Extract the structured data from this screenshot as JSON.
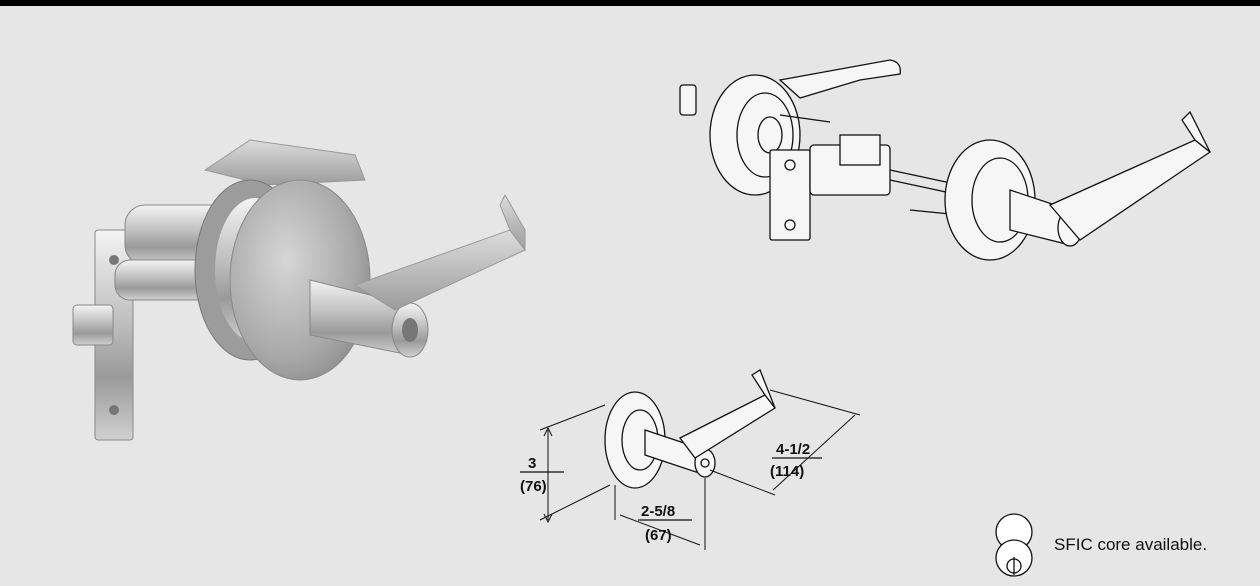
{
  "dimensions": {
    "height": {
      "fraction": "3",
      "metric": "(76)"
    },
    "backset": {
      "fraction": "2-5/8",
      "metric": "(67)"
    },
    "lever_length": {
      "fraction": "4-1/2",
      "metric": "(114)"
    }
  },
  "note": {
    "text": "SFIC core available.",
    "icon": "sfic-core-icon"
  },
  "colors": {
    "background": "#e6e6e6",
    "top_bar": "#000000",
    "line_art": "#111111"
  }
}
